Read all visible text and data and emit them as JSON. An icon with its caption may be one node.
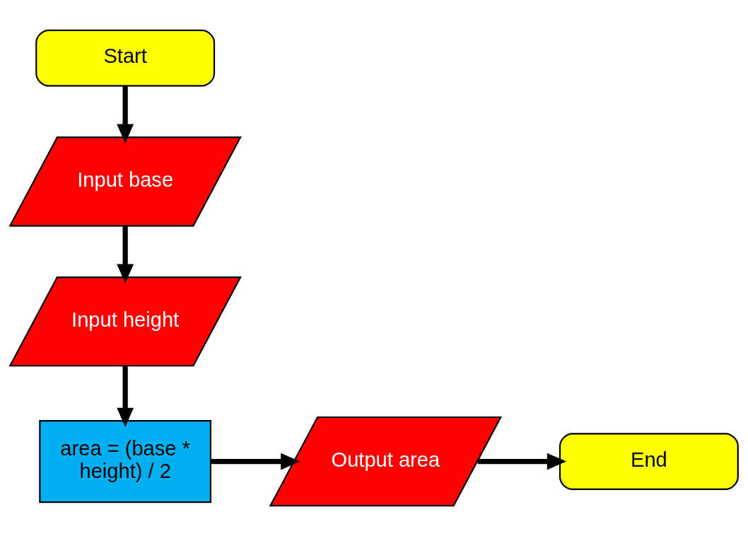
{
  "diagram": {
    "nodes": [
      {
        "text": [
          "Start"
        ]
      },
      {
        "text": [
          "Input base"
        ]
      },
      {
        "text": [
          "Input height"
        ]
      },
      {
        "text": [
          "area = (base * height) / 2"
        ]
      },
      {
        "text": [
          "Output area"
        ]
      },
      {
        "text": [
          "End"
        ]
      }
    ],
    "edges": [
      {
        "from": 0,
        "to": 1,
        "arrow": "to"
      },
      {
        "from": 1,
        "to": 2,
        "arrow": "to"
      },
      {
        "from": 2,
        "to": 3,
        "arrow": "to"
      },
      {
        "from": 3,
        "to": 4,
        "arrow": "to"
      },
      {
        "from": 4,
        "to": 5,
        "arrow": "to"
      }
    ]
  }
}
